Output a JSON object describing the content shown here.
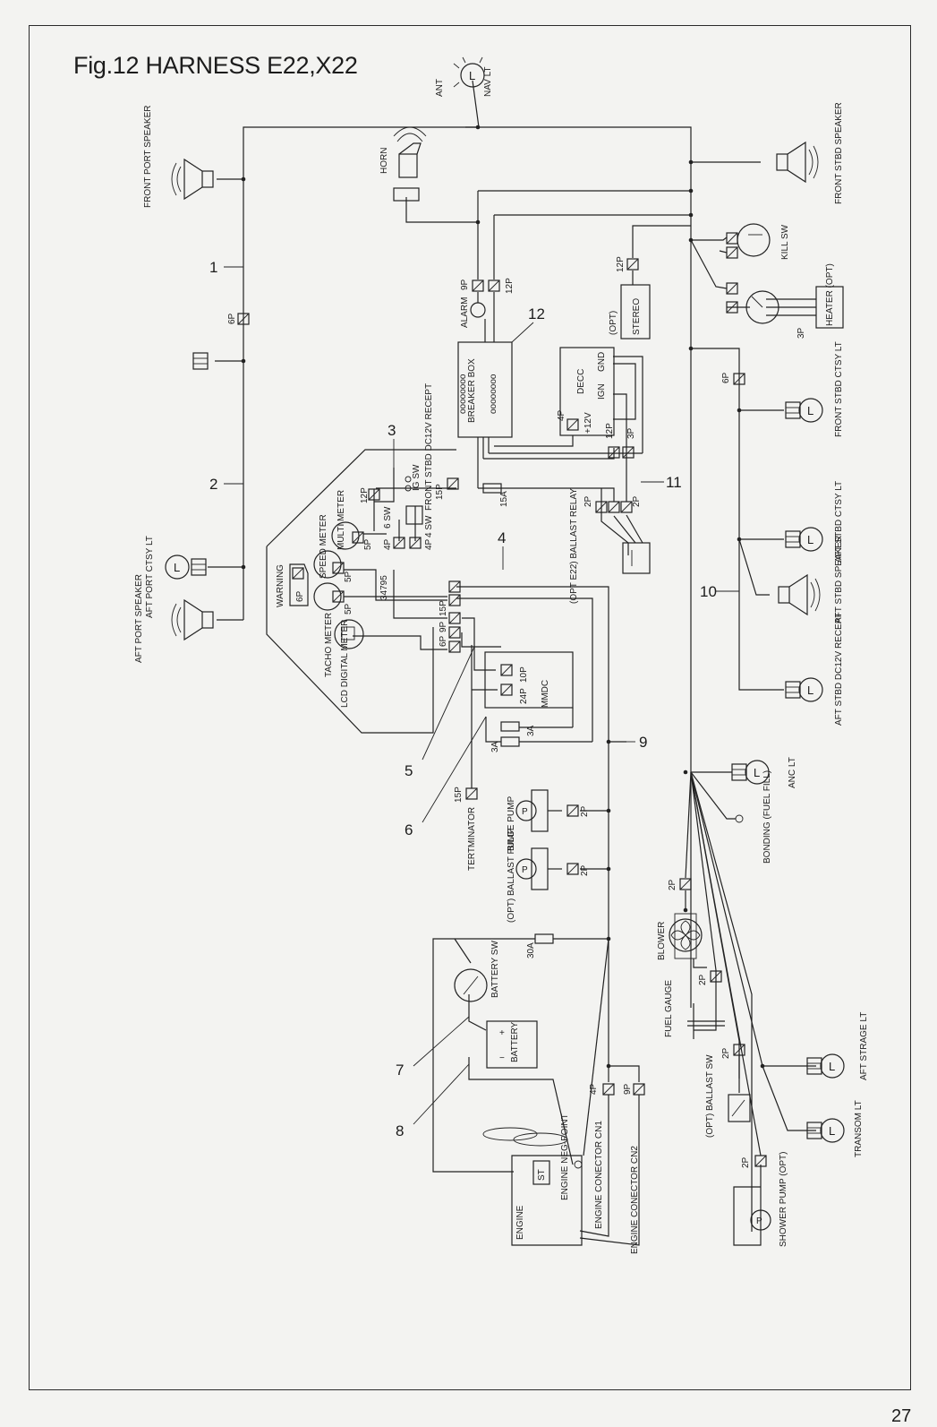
{
  "title": "Fig.12 HARNESS E22,X22",
  "page_number": "27",
  "callouts": [
    "1",
    "2",
    "3",
    "4",
    "5",
    "6",
    "7",
    "8",
    "9",
    "10",
    "11",
    "12"
  ],
  "labels": {
    "ant": "ANT",
    "nav_lt": "NAV LT",
    "horn": "HORN",
    "front_port_speaker": "FRONT PORT SPEAKER",
    "aft_port_speaker": "AFT PORT SPEAKER",
    "aft_port_ctsy_lt": "AFT PORT CTSY LT",
    "front_stbd_speaker": "FRONT STBD SPEAKER",
    "kill_sw": "KILL SW",
    "heater": "HEATER (OPT)",
    "stereo": "STEREO",
    "stereo_opt": "(OPT)",
    "alarm": "ALARM",
    "breaker_box": "BREAKER BOX",
    "decc": "DECC",
    "gnd": "GND",
    "ign": "IGN",
    "plus12v": "+12V",
    "front_stbd_ctsy_lt": "FRONT STBD CTSY LT",
    "aft_stbd_ctsy_lt": "AFT STBD CTSY LT",
    "aft_stbd_speaker": "AFT STBD SPEAKER",
    "aft_stbd_dc12v_recept": "AFT STBD DC12V RECEPT",
    "front_stbd_dc12v_recept": "FRONT STBD DC12V RECEPT",
    "ig_sw": "IG SW",
    "sw6": "6 SW",
    "sw4": "4 SW",
    "multi_meter": "MULTI METER",
    "speed_meter": "SPEED METER",
    "warning": "WARNING",
    "tacho_meter": "TACHO METER",
    "lcd_digital_meter": "LCD DIGITAL METER",
    "ballast_relay": "(OPT E22) BALLAST RELAY",
    "mmdc": "MMDC",
    "terminator": "TERTMINATOR",
    "bilge_pump": "BILGE PUMP",
    "ballast_pump": "(OPT) BALLAST PUMP",
    "battery_sw": "BATTERY SW",
    "battery": "BATTERY",
    "engine": "ENGINE",
    "engine_neg_point": "ENGINE NEG-POINT",
    "engine_cn1": "ENGINE CONECTOR CN1",
    "engine_cn2": "ENGINE CONECTOR CN2",
    "st": "ST",
    "anc_lt": "ANC LT",
    "bonding": "BONDING (FUEL FILL)",
    "blower": "BLOWER",
    "fuel_gauge": "FUEL GAUGE",
    "ballast_sw": "(OPT) BALLAST SW",
    "aft_strage_lt": "AFT STRAGE LT",
    "transom_lt": "TRANSOM LT",
    "shower_pump": "SHOWER PUMP (OPT)",
    "code_34795": "34795"
  },
  "connectors": {
    "p2": "2P",
    "p3": "3P",
    "p4": "4P",
    "p5": "5P",
    "p6": "6P",
    "p9": "9P",
    "p10": "10P",
    "p12": "12P",
    "p15": "15P",
    "p24": "24P",
    "a3": "3A",
    "a15": "15A",
    "a30": "30A"
  },
  "icons": {
    "lamp": "lamp-icon",
    "speaker": "speaker-icon",
    "connector": "connector-icon",
    "pump": "pump-icon",
    "fan": "fan-icon",
    "fuse": "fuse-icon",
    "switch": "switch-icon",
    "battery": "battery-icon",
    "propeller": "propeller-icon"
  },
  "colors": {
    "ink": "#222222",
    "paper": "#f3f3f1"
  }
}
